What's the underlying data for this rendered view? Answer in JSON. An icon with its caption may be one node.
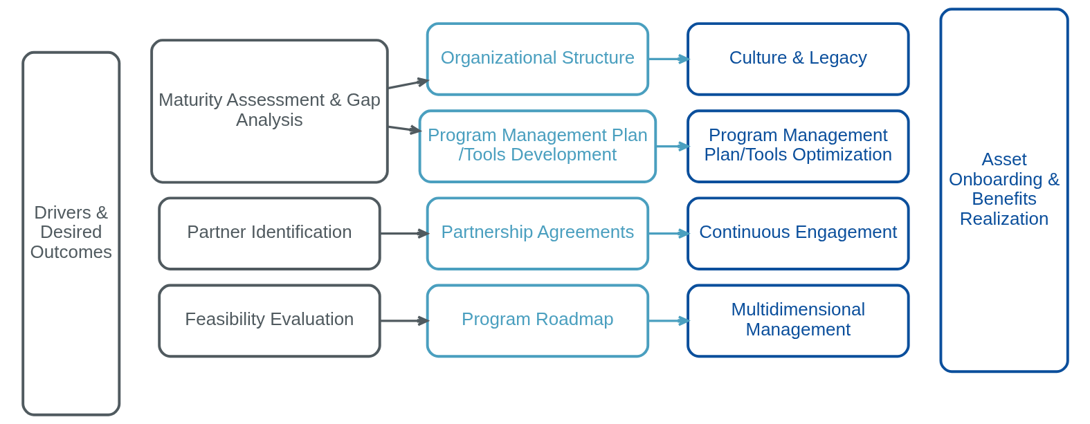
{
  "diagram": {
    "nodes": [
      {
        "text": [
          "Drivers & Desired Outcomes"
        ]
      },
      {
        "text": [
          "Maturity Assessment & Gap Analysis"
        ]
      },
      {
        "text": [
          "Organizational Structure"
        ]
      },
      {
        "text": [
          "Culture & Legacy"
        ]
      },
      {
        "text": [
          "Program Management Plan /Tools Development"
        ]
      },
      {
        "text": [
          "Program Management Plan/Tools Optimization"
        ]
      },
      {
        "text": [
          "Partner Identification"
        ]
      },
      {
        "text": [
          "Partnership Agreements"
        ]
      },
      {
        "text": [
          "Continuous Engagement"
        ]
      },
      {
        "text": [
          "Feasibility Evaluation"
        ]
      },
      {
        "text": [
          "Program Roadmap"
        ]
      },
      {
        "text": [
          "Multidimensional Management"
        ]
      },
      {
        "text": [
          "Asset Onboarding & Benefits Realization"
        ]
      }
    ],
    "edges": [
      {
        "from": 1,
        "to": 2,
        "arrow": "to",
        "color": "#505a5f"
      },
      {
        "from": 2,
        "to": 3,
        "arrow": "to",
        "color": "#4a9fbf"
      },
      {
        "from": 1,
        "to": 4,
        "arrow": "to",
        "color": "#505a5f"
      },
      {
        "from": 4,
        "to": 5,
        "arrow": "to",
        "color": "#4a9fbf"
      },
      {
        "from": 6,
        "to": 7,
        "arrow": "to",
        "color": "#505a5f"
      },
      {
        "from": 7,
        "to": 8,
        "arrow": "to",
        "color": "#4a9fbf"
      },
      {
        "from": 9,
        "to": 10,
        "arrow": "to",
        "color": "#505a5f"
      },
      {
        "from": 10,
        "to": 11,
        "arrow": "to",
        "color": "#4a9fbf"
      }
    ]
  }
}
